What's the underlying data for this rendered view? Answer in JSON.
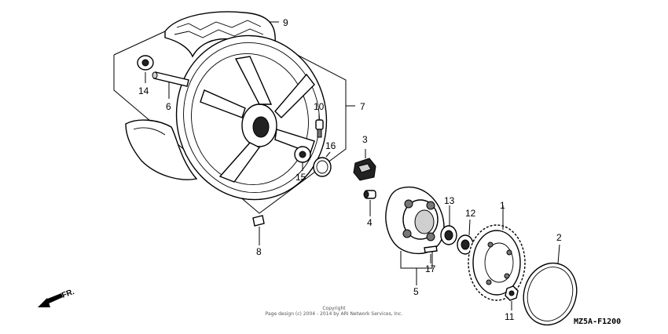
{
  "diagram": {
    "code": "MZ5A-F1200",
    "front_label": "FR.",
    "copyright_title": "Copyright",
    "copyright_line": "Page design (c) 2004 - 2014 by ARI Network Services, Inc.",
    "callouts": {
      "p1": "1",
      "p2": "2",
      "p3": "3",
      "p4": "4",
      "p5": "5",
      "p6": "6",
      "p7": "7",
      "p8": "8",
      "p9": "9",
      "p10": "10",
      "p11": "11",
      "p12": "12",
      "p13": "13",
      "p14": "14",
      "p15": "15",
      "p16": "16",
      "p17": "17"
    }
  }
}
